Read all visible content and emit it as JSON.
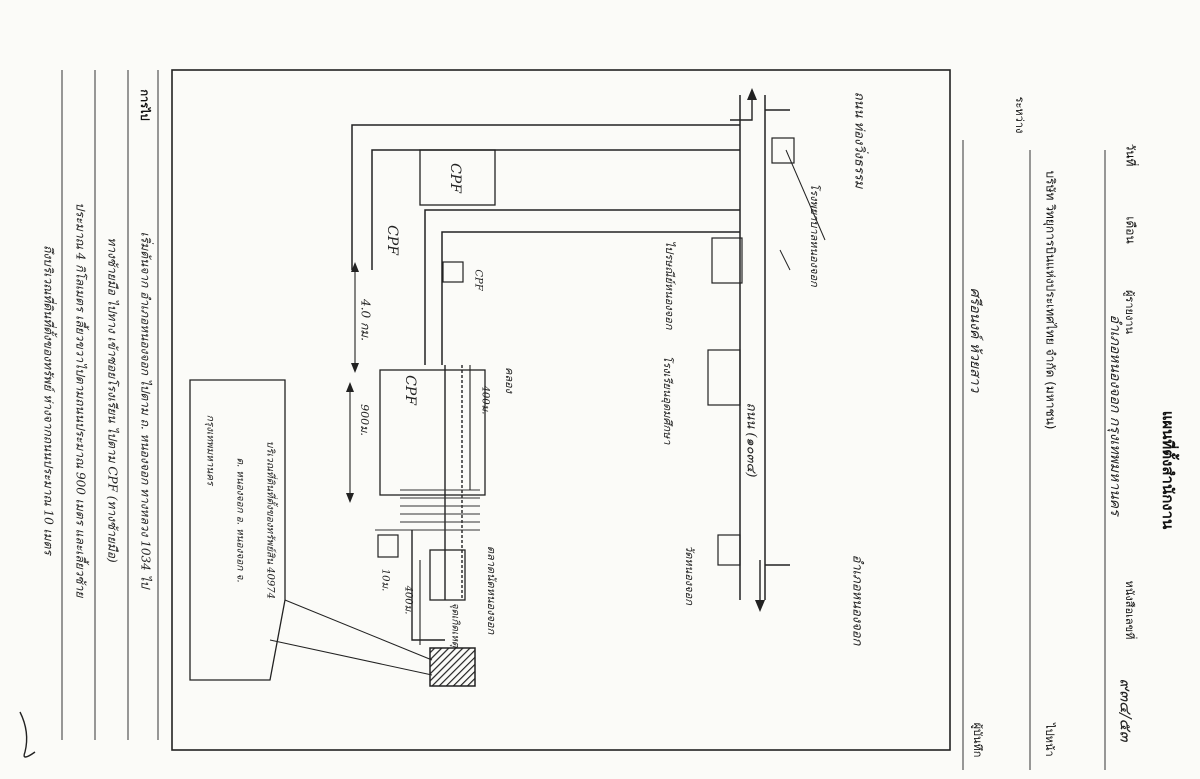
{
  "header": {
    "form_title": "แผนที่ตั้งสำนักงาน",
    "company": "บริษัท วิทยุการบินแห่งประเทศไทย จำกัด (มหาชน)",
    "label_date": "วันที่",
    "label_month": "เดือน",
    "label_reporter": "ผู้รายงาน",
    "reporter_name": "ศรีอนงค์ ห้วยสาว",
    "label_doc_no": "หนังสือเลขที่",
    "doc_no": "๙๓๔/๕๓",
    "label_attachment": "ไปหน้า",
    "label_between": "ระหว่าง",
    "label_sign": "ผู้บันทึก",
    "location_line": "อำเภอหนองจอก กรุงเทพมหานคร"
  },
  "map": {
    "road_top": "ถนน ท่องวิ่งธรรม",
    "road_right": "อำเภอหนองจอก",
    "highway": "ถนน (๑๐๓๔)",
    "label_cpf_1": "CPF",
    "label_cpf_2": "CPF",
    "label_cpf_3": "CPF",
    "label_cpf_small": "CPF",
    "place_school": "โรงเรียนอุดมศึกษา",
    "place_fire": "โรงพยาบาลหนองจอก",
    "place_market": "ตลาดนัดหนองจอก",
    "place_temple": "วัดหนองจอก",
    "place_post": "ไปรษณีย์หนองจอก",
    "dist_4": "4.0 กม.",
    "dist_900": "900ม.",
    "dist_400a": "400ม.",
    "dist_400b": "400ม.",
    "dist_10": "10ม.",
    "label_target": "จุดเกิดเหตุ",
    "label_canal": "คลอง",
    "callout_line1": "บริเวณที่ดินที่ตั้งของทรัพย์สิน 40974",
    "callout_line2": "ต. หนองจอก อ. หนองจอก จ.",
    "callout_line3": "กรุงเทพมหานคร"
  },
  "notes": {
    "heading": "การไป",
    "line1": "เริ่มต้นจาก อำเภอหนองจอก ไปตาม ถ. หนองจอก ทางหลวง 1034 ไป",
    "line2": "ทางซ้ายมือ ไปทาง เข้าซอยโรงเรียน ไปตาม CPF (ทางซ้ายมือ)",
    "line3": "ประมาณ 4 กิโลเมตร เลี้ยวขวาไปตามถนนประมาณ 900 เมตร และเลี้ยวซ้าย",
    "line4": "ถึงบริเวณที่ดินที่ตั้งของทรัพย์ ห่างจากถนนประมาณ 10 เมตร"
  }
}
